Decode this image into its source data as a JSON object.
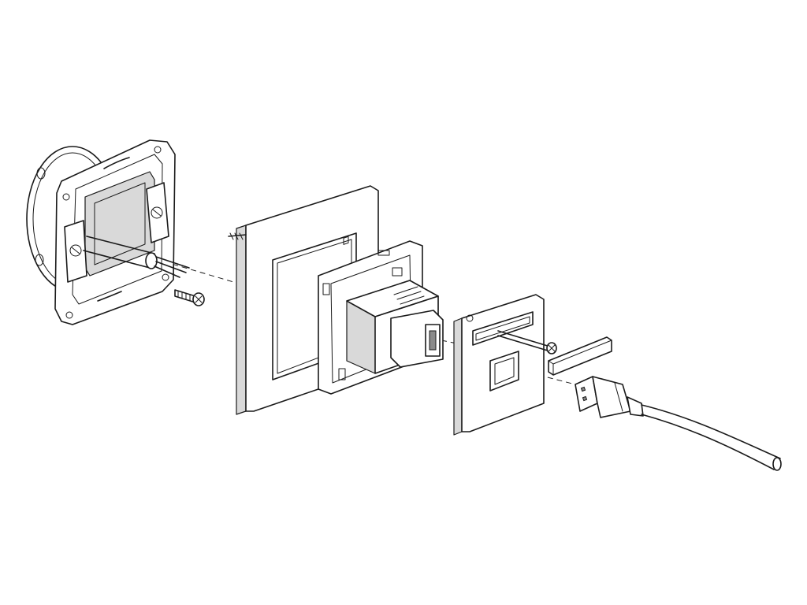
{
  "diagram": {
    "type": "exploded-assembly-illustration",
    "colors": {
      "line": "#1a1a1a",
      "background": "#ffffff",
      "shade": "#d9d9d9"
    },
    "components": [
      {
        "id": "mounting-box",
        "name": "mounting-box-with-support-frame"
      },
      {
        "id": "frame-screw",
        "name": "fixing-screw"
      },
      {
        "id": "cover-frame",
        "name": "cover-frame"
      },
      {
        "id": "usb-module",
        "name": "usb-socket-module"
      },
      {
        "id": "cover-plate",
        "name": "cover-plate-with-label-window"
      },
      {
        "id": "plate-screw",
        "name": "cover-plate-screw"
      },
      {
        "id": "label-strip",
        "name": "label-strip"
      },
      {
        "id": "usb-plug",
        "name": "usb-cable-plug"
      }
    ]
  }
}
